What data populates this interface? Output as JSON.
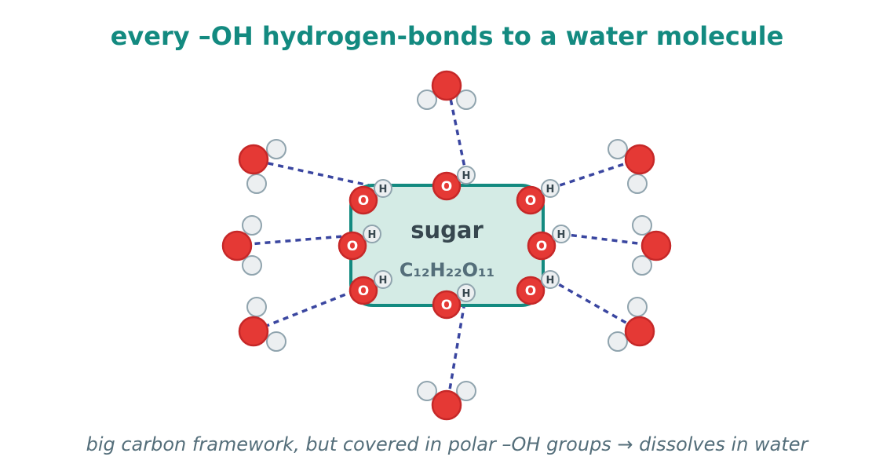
{
  "title": "every –OH hydrogen-bonds to a water molecule",
  "caption": "big carbon framework, but covered in polar –OH groups → dissolves in water",
  "sugar": {
    "label": "sugar",
    "formula": "C₁₂H₂₂O₁₁"
  },
  "atom_labels": {
    "oxygen": "O",
    "hydrogen": "H"
  },
  "hydroxyl_group_count": 8,
  "water_molecule_count": 8,
  "colors": {
    "title": "#138a80",
    "oxygen": "#e53935",
    "hydrogen": "#eceff1",
    "hydrogen_bond": "#3a46a0",
    "sugar_fill": "#d4ebe5",
    "sugar_border": "#138a80",
    "caption": "#546e7a"
  }
}
